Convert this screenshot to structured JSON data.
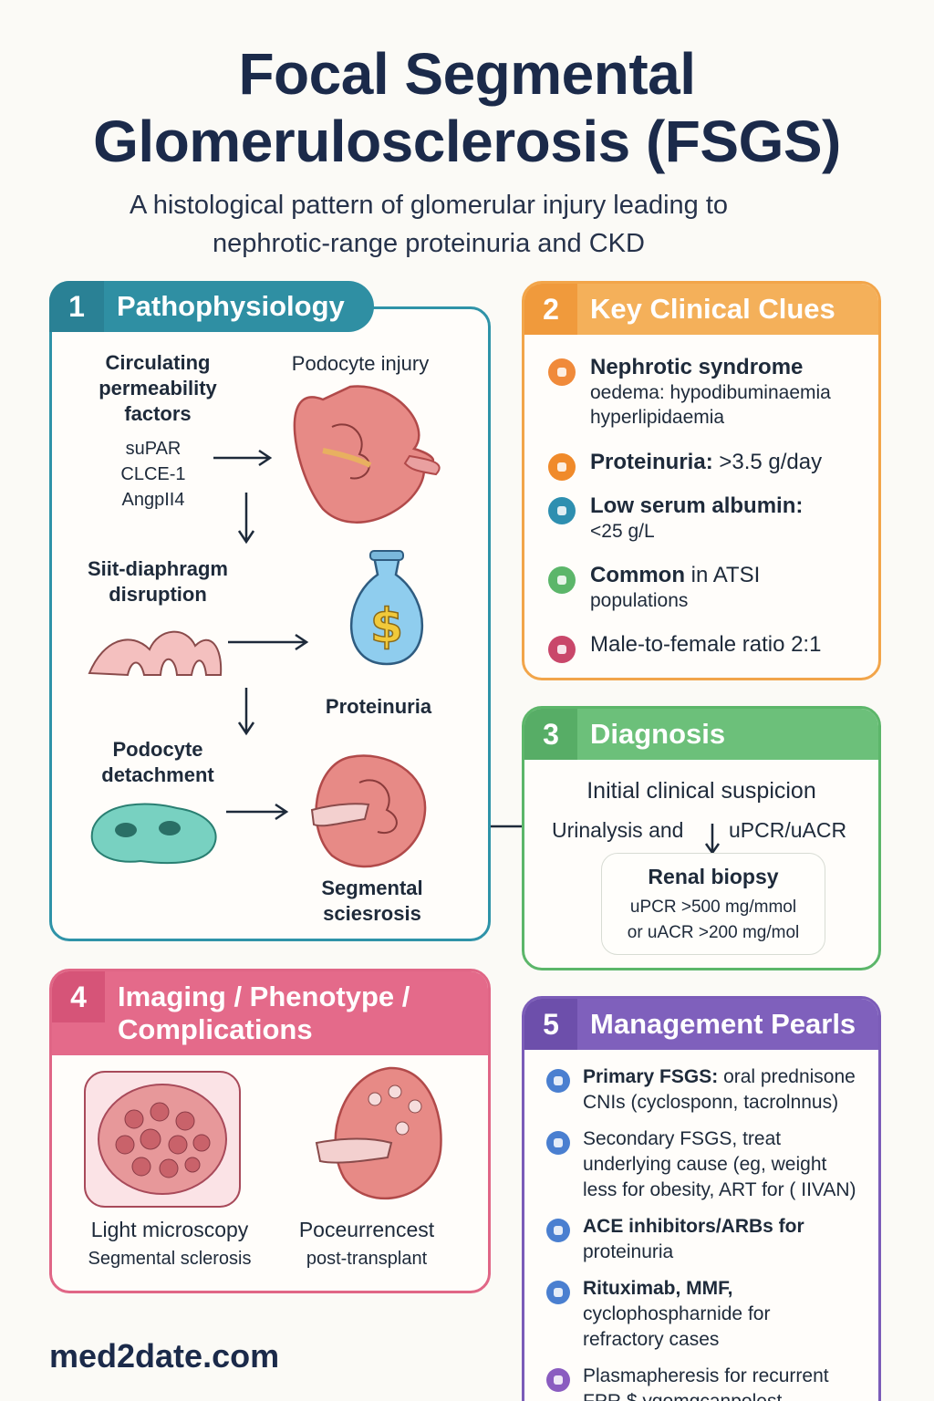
{
  "title_line1": "Focal Segmental",
  "title_line2": "Glomerulosclerosis (FSGS)",
  "subtitle_line1": "A histological pattern of glomerular injury leading to",
  "subtitle_line2": "nephrotic-range proteinuria and CKD",
  "colors": {
    "teal": "#2f8fa3",
    "orange": "#f2a54a",
    "green": "#5cb66a",
    "pink": "#e06686",
    "purple": "#7b5cb8"
  },
  "panel1": {
    "num": "1",
    "title": "Pathophysiology",
    "factors_l1": "Circulating",
    "factors_l2": "permeability",
    "factors_l3": "factors",
    "f1": "suPAR",
    "f2": "CLCE-1",
    "f3": "AngpII4",
    "podocyte_injury": "Podocyte injury",
    "slit_l1": "Siit-diaphragm",
    "slit_l2": "disruption",
    "proteinuria": "Proteinuria",
    "detach_l1": "Podocyte",
    "detach_l2": "detachment",
    "scler_l1": "Segmental",
    "scler_l2": "sciesrosis"
  },
  "panel2": {
    "num": "2",
    "title": "Key Clinical Clues",
    "items": [
      {
        "bold": "Nephrotic syndrome",
        "rest": "",
        "sub1": "oedema: hypodibuminaemia",
        "sub2": "hyperlipidaemia",
        "color": "#f08a3a"
      },
      {
        "bold": "Proteinuria:",
        "rest": " >3.5 g/day",
        "sub1": "",
        "sub2": "",
        "color": "#f08a2a"
      },
      {
        "bold": "Low serum albumin:",
        "rest": "",
        "sub1": "<25 g/L",
        "sub2": "",
        "color": "#2e8fb0"
      },
      {
        "bold": "Common",
        "rest": " in ATSI",
        "sub1": "populations",
        "sub2": "",
        "color": "#5cb66a"
      },
      {
        "bold": "",
        "rest": "Male-to-female ratio 2:1",
        "sub1": "",
        "sub2": "",
        "color": "#c9476a"
      }
    ]
  },
  "panel3": {
    "num": "3",
    "title": "Diagnosis",
    "suspicion": "Initial clinical suspicion",
    "urinalysis": "Urinalysis and",
    "upcr": "uPCR/uACR",
    "biopsy": "Renal biopsy",
    "crit1": "uPCR >500 mg/mmol",
    "crit2": "or uACR >200 mg/mol"
  },
  "panel4": {
    "num": "4",
    "title_l1": "Imaging / Phenotype /",
    "title_l2": "Complications",
    "lm": "Light microscopy",
    "lm_sub": "Segmental sclerosis",
    "rec": "Poceurrencest",
    "rec_sub": "post-transplant"
  },
  "panel5": {
    "num": "5",
    "title": "Management Pearls",
    "items": [
      {
        "bold": "Primary FSGS:",
        "rest": " oral prednisone",
        "l2": "CNIs (cyclosponn, tacrolnnus)",
        "l3": "",
        "color": "#4a7fd0"
      },
      {
        "bold": "",
        "rest": "Secondary FSGS, treat",
        "l2": "underlying cause (eg, weight",
        "l3": "less for obesity, ART for ( IIVAN)",
        "color": "#4a7fd0"
      },
      {
        "bold": "ACE inhibitors/ARBs for",
        "rest": "",
        "l2": "proteinuria",
        "l3": "",
        "color": "#4a7fd0"
      },
      {
        "bold": "Rituximab, MMF,",
        "rest": "",
        "l2": "cyclophospharnide for",
        "l3": "refractory cases",
        "color": "#4a7fd0"
      },
      {
        "bold": "",
        "rest": "Plasmapheresis for recurrent",
        "l2": "FPR $ ygomgcanpolest",
        "l3": "",
        "color": "#8a5cc0"
      }
    ]
  },
  "footer": "med2date.com"
}
